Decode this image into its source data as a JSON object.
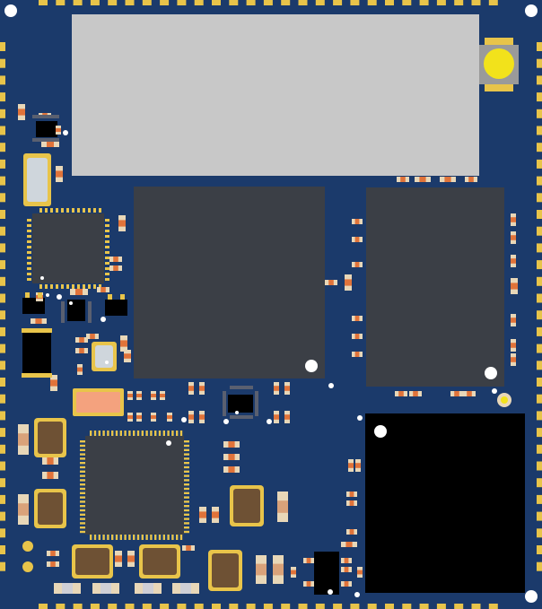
{
  "colors": {
    "board": "#1b3a6b",
    "pad_gold": "#e8c44a",
    "ic_dark": "#3b3f46",
    "ic_black": "#000000",
    "shield_gray": "#c8c8c8",
    "resistor_orange": "#e0733a",
    "resistor_beige": "#e8d7b8",
    "crystal_gray": "#cfd6dc",
    "inductor_brown": "#6e5134",
    "connector_yellow": "#f2e21b",
    "highlight_salmon": "#f4a27e",
    "mark_white": "#ffffff"
  },
  "components": {
    "shield": {
      "kind": "rf-shield"
    },
    "connector": {
      "kind": "u.fl-connector"
    },
    "mcu": {
      "kind": "qfp-package"
    },
    "chip_left": {
      "kind": "qfn-package"
    },
    "memory_left": {
      "kind": "bga-package"
    },
    "memory_right": {
      "kind": "bga-package"
    },
    "module_black": {
      "kind": "module"
    }
  }
}
